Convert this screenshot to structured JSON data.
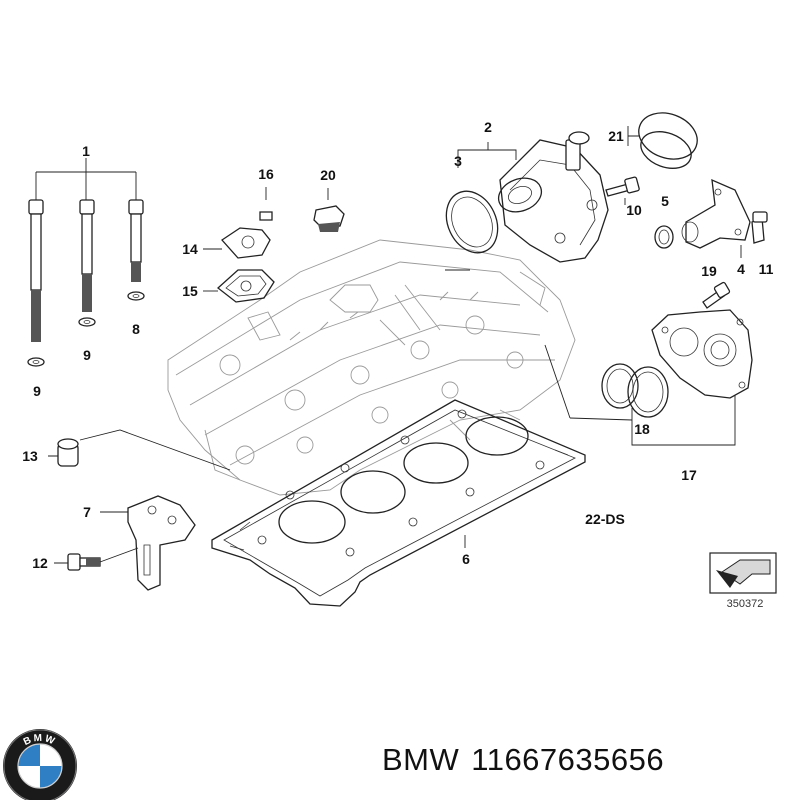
{
  "callouts": {
    "c1": "1",
    "c2": "2",
    "c3": "3",
    "c4": "4",
    "c5": "5",
    "c6": "6",
    "c7": "7",
    "c8": "8",
    "c9a": "9",
    "c9b": "9",
    "c10": "10",
    "c11": "11",
    "c12": "12",
    "c13": "13",
    "c14": "14",
    "c15": "15",
    "c16": "16",
    "c17": "17",
    "c18": "18",
    "c19": "19",
    "c20": "20",
    "c21": "21"
  },
  "section_label": "22-DS",
  "diagram_ref": "350372",
  "product": {
    "brand": "BMW",
    "part_number": "11667635656"
  },
  "logo": {
    "name": "bmw-roundel",
    "lettering": "BMW",
    "colors": {
      "ring": "#1a1a1a",
      "blue": "#2f7fc4",
      "white": "#ffffff"
    }
  }
}
